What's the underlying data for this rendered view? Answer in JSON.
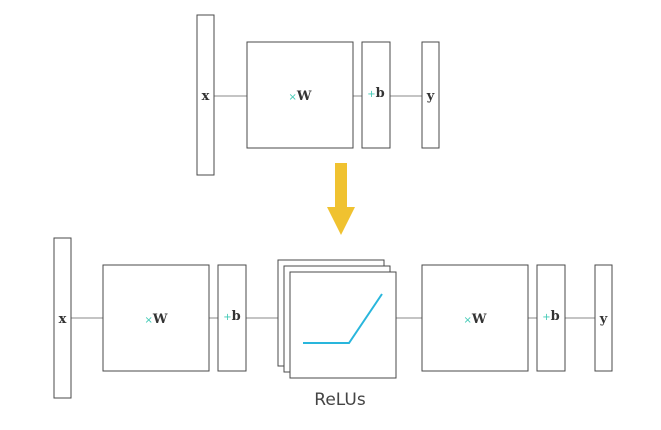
{
  "top_network": {
    "input": "x",
    "weights": {
      "op": "×",
      "var": "W"
    },
    "bias": {
      "op": "+",
      "var": "b"
    },
    "output": "y"
  },
  "bottom_network": {
    "input": "x",
    "layer1": {
      "weights": {
        "op": "×",
        "var": "W"
      },
      "bias": {
        "op": "+",
        "var": "b"
      }
    },
    "activation_caption": "ReLUs",
    "layer2": {
      "weights": {
        "op": "×",
        "var": "W"
      },
      "bias": {
        "op": "+",
        "var": "b"
      }
    },
    "output": "y"
  },
  "colors": {
    "arrow": "#f0c230",
    "operator": "#3fc9b4",
    "relu_curve": "#29b6dc"
  }
}
